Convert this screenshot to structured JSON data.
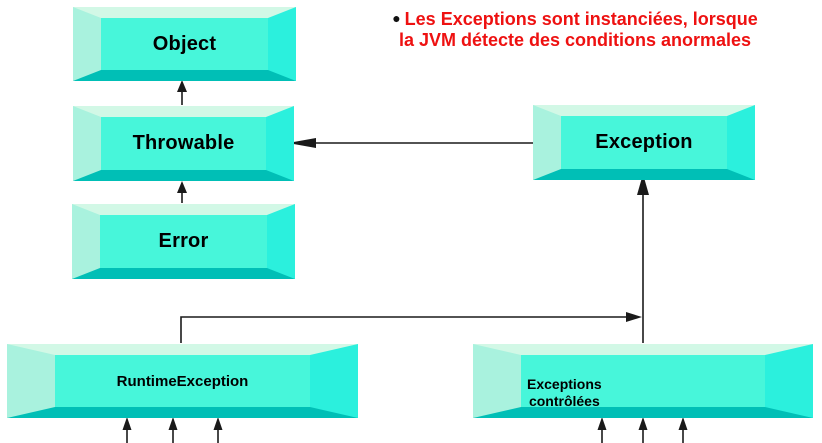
{
  "note": {
    "bullet": "●",
    "line1": "Les Exceptions sont instanciées, lorsque",
    "line2": "la JVM détecte des conditions anormales"
  },
  "boxes": {
    "object": {
      "label": "Object"
    },
    "throwable": {
      "label": "Throwable"
    },
    "error": {
      "label": "Error"
    },
    "exception": {
      "label": "Exception"
    },
    "runtime_exception": {
      "label": "RuntimeException"
    },
    "checked_exceptions": {
      "label_line1": "Exceptions",
      "label_line2": "contrôlées"
    }
  },
  "colors": {
    "box_face": "#47f6da",
    "box_top": "#d2f8e6",
    "box_left": "#a9f2de",
    "box_right": "#2bf0dd",
    "box_bottom": "#00bfb6",
    "note_text": "#ee1111",
    "connector": "#1a1a1a",
    "label_text": "#000000"
  }
}
